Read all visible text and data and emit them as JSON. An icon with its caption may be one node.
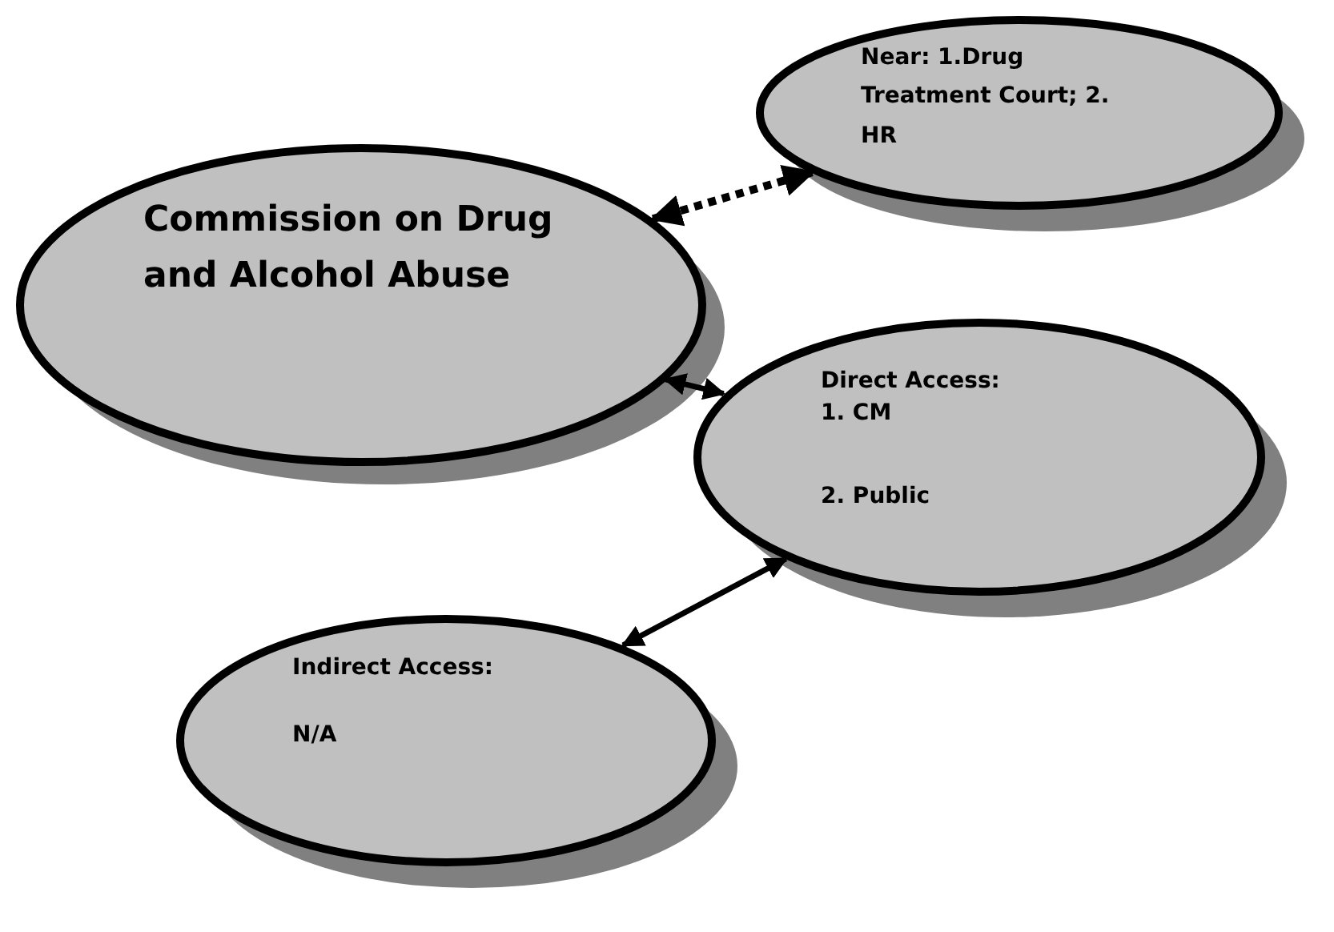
{
  "diagram": {
    "nodes": [
      {
        "text": [
          "Commission on Drug and Alcohol Abuse"
        ]
      },
      {
        "text": [
          "Near: 1.Drug Treatment Court; 2. HR"
        ]
      },
      {
        "text": [
          "Direct Access:",
          "1. CM",
          "2. Public"
        ]
      },
      {
        "text": [
          "Indirect Access:",
          "N/A"
        ]
      }
    ],
    "edges": [
      {
        "from": 0,
        "to": 1,
        "arrow": "both",
        "style": "dashed"
      },
      {
        "from": 0,
        "to": 2,
        "arrow": "both"
      },
      {
        "from": 2,
        "to": 3,
        "arrow": "both"
      }
    ]
  }
}
